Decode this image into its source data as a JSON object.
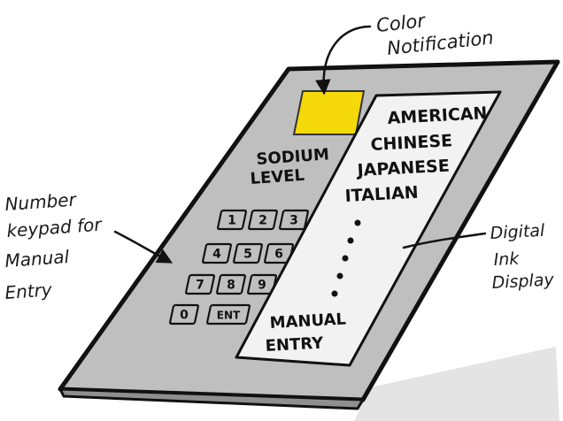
{
  "annotations": {
    "color_notification": [
      "Color",
      "Notification"
    ],
    "number_keypad": [
      "Number",
      "keypad for",
      "Manual",
      "Entry"
    ],
    "digital_ink_display": [
      "Digital",
      "Ink",
      "Display"
    ]
  },
  "device": {
    "sodium_label": [
      "SODIUM",
      "LEVEL"
    ],
    "indicator_color": "#f5d90a",
    "keypad_keys": [
      "1",
      "2",
      "3",
      "4",
      "5",
      "6",
      "7",
      "8",
      "9",
      "0",
      "ENT"
    ],
    "cuisine_options": [
      "AMERICAN",
      "CHINESE",
      "JAPANESE",
      "ITALIAN"
    ],
    "manual_entry_label": [
      "MANUAL",
      "ENTRY"
    ]
  },
  "colors": {
    "device_body": "#bfbfbf",
    "display_panel": "#f2f2f2",
    "ink": "#111111"
  }
}
